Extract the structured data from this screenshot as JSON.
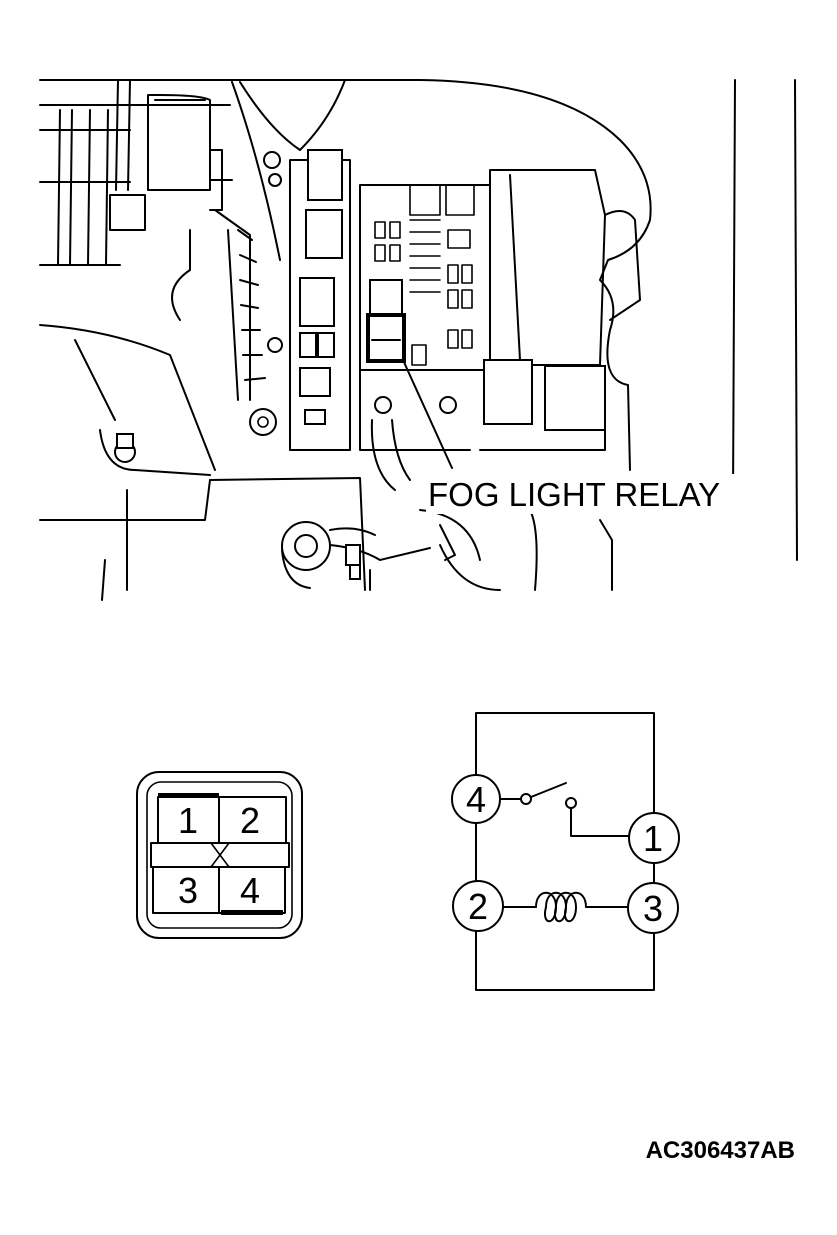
{
  "illustration": {
    "callout_label": "FOG LIGHT RELAY"
  },
  "connector": {
    "pins": [
      "1",
      "2",
      "3",
      "4"
    ]
  },
  "circuit": {
    "terminal_top_left": "4",
    "terminal_top_right": "1",
    "terminal_bottom_left": "2",
    "terminal_bottom_right": "3"
  },
  "figure_code": "AC306437AB"
}
